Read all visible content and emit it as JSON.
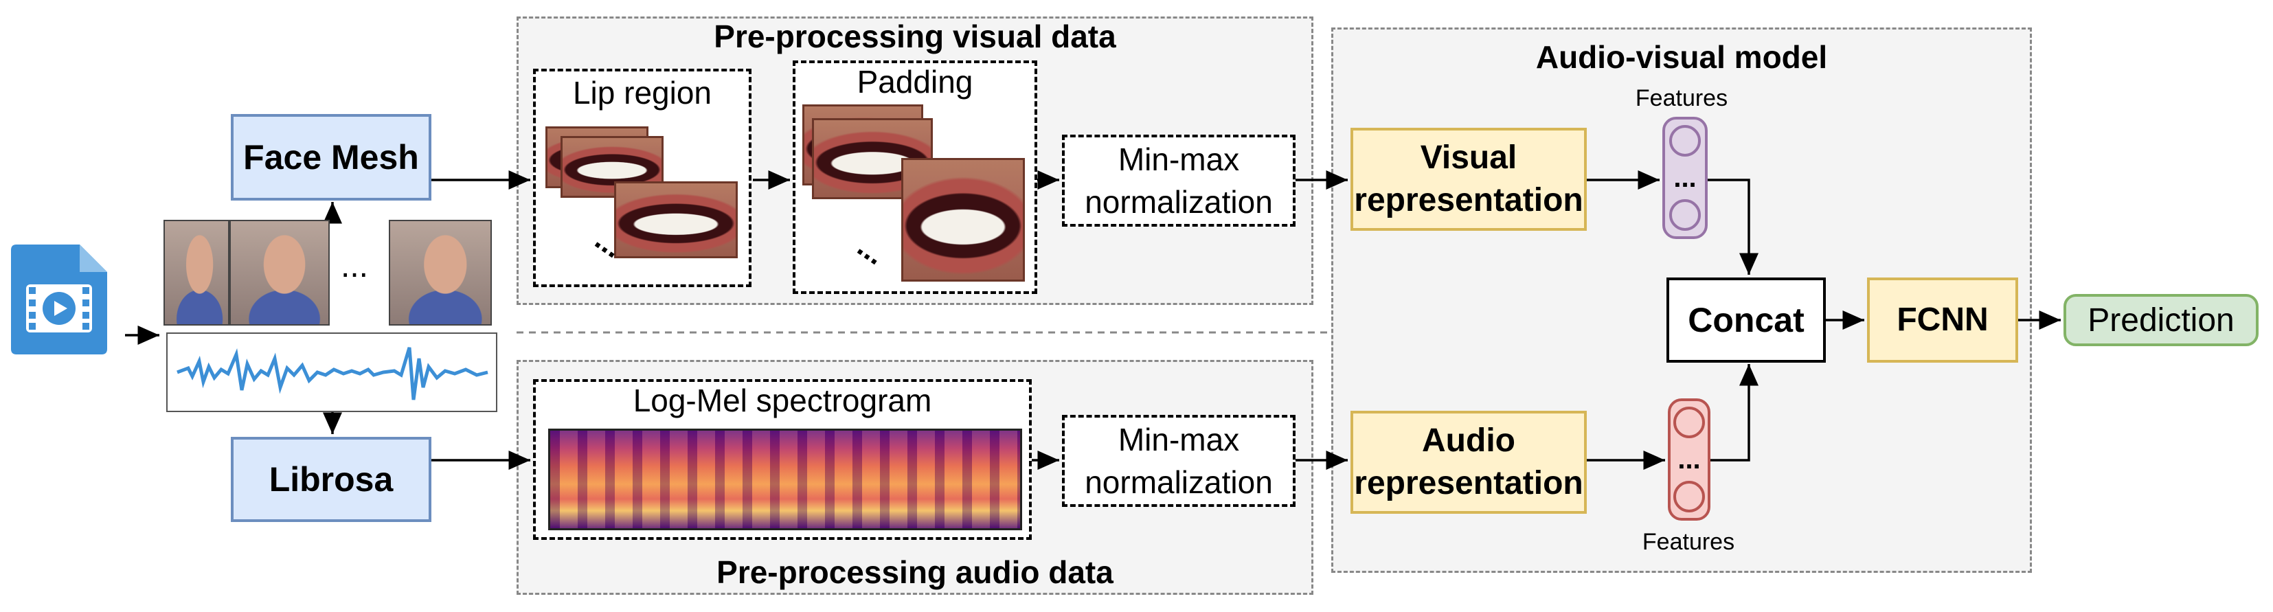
{
  "groups": {
    "visual_title": "Pre-processing visual data",
    "audio_title": "Pre-processing audio data",
    "model_title": "Audio-visual model"
  },
  "boxes": {
    "lip_region": "Lip region",
    "padding": "Padding",
    "log_mel": "Log-Mel spectrogram",
    "minmax_line1": "Min-max",
    "minmax_line2": "normalization"
  },
  "blocks": {
    "face_mesh": "Face Mesh",
    "librosa": "Librosa",
    "visual_rep_line1": "Visual",
    "visual_rep_line2": "representation",
    "audio_rep_line1": "Audio",
    "audio_rep_line2": "representation",
    "concat": "Concat",
    "fcnn": "FCNN",
    "prediction": "Prediction"
  },
  "features_label": "Features",
  "ellipsis": "...",
  "dots": "...",
  "colors": {
    "blue_fill": "#dae8fc",
    "blue_stroke": "#6c8ebf",
    "yellow_fill": "#fff2cc",
    "yellow_stroke": "#d6b656",
    "green_fill": "#d5e8d4",
    "green_stroke": "#82b366",
    "purple_fill": "#e1d5e7",
    "purple_stroke": "#9673a6",
    "red_fill": "#f8cecc",
    "red_stroke": "#b85450",
    "group_fill": "#f4f4f4",
    "group_stroke": "#888888",
    "video_icon": "#3c8fd6"
  },
  "icons": [
    "video-file-icon",
    "face-frame-image",
    "waveform-image",
    "lip-frame-image",
    "spectrogram-image"
  ]
}
